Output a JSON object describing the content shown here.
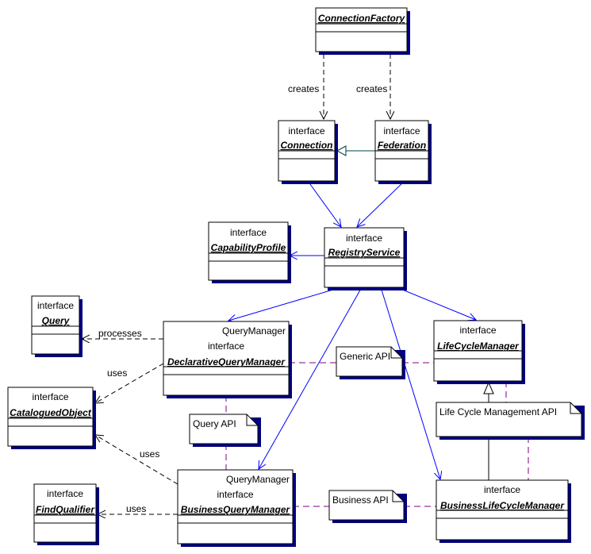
{
  "classes": {
    "connection_factory": {
      "name": "ConnectionFactory"
    },
    "connection": {
      "stereotype": "interface",
      "name": "Connection"
    },
    "federation": {
      "stereotype": "interface",
      "name": "Federation"
    },
    "capability_profile": {
      "stereotype": "interface",
      "name": "CapabilityProfile"
    },
    "registry_service": {
      "stereotype": "interface",
      "name": "RegistryService"
    },
    "query": {
      "stereotype": "interface",
      "name": "Query"
    },
    "declarative_query_manager": {
      "parent": "QueryManager",
      "stereotype": "interface",
      "name": "DeclarativeQueryManager"
    },
    "life_cycle_manager": {
      "stereotype": "interface",
      "name": "LifeCycleManager"
    },
    "catalogued_object": {
      "stereotype": "interface",
      "name": "CataloguedObject"
    },
    "find_qualifier": {
      "stereotype": "interface",
      "name": "FindQualifier"
    },
    "business_query_manager": {
      "parent": "QueryManager",
      "stereotype": "interface",
      "name": "BusinessQueryManager"
    },
    "business_life_cycle_manager": {
      "stereotype": "interface",
      "name": "BusinessLifeCycleManager"
    }
  },
  "notes": {
    "generic_api": "Generic API",
    "query_api": "Query API",
    "life_cycle_api": "Life Cycle Management  API",
    "business_api": "Business API"
  },
  "edge_labels": {
    "creates_connection": "creates",
    "creates_federation": "creates",
    "processes": "processes",
    "uses_dqm": "uses",
    "uses_bqm_catalogued": "uses",
    "uses_bqm_find": "uses"
  },
  "colors": {
    "association": "#0000ff",
    "dependency": "#000000",
    "note_link": "#800080",
    "generalization": "#004040",
    "shadow": "#000080"
  }
}
